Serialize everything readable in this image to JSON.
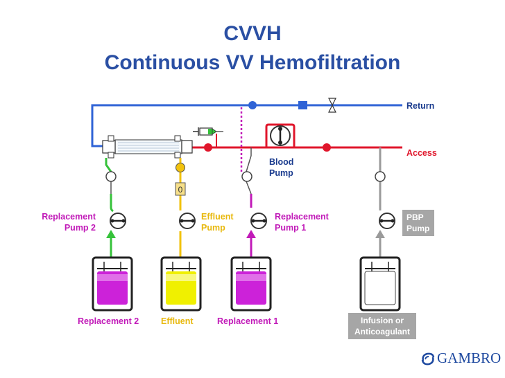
{
  "title": {
    "line1": "CVVH",
    "line2": "Continuous VV Hemofiltration"
  },
  "labels": {
    "return": "Return",
    "access": "Access",
    "blood_pump": [
      "Blood",
      "Pump"
    ],
    "replacement_pump_2": [
      "Replacement",
      "Pump 2"
    ],
    "effluent_pump": [
      "Effluent",
      "Pump"
    ],
    "replacement_pump_1": [
      "Replacement",
      "Pump 1"
    ],
    "pbp_pump": [
      "PBP",
      "Pump"
    ],
    "replacement_2": "Replacement 2",
    "effluent": "Effluent",
    "replacement_1": "Replacement 1",
    "infusion": [
      "Infusion or",
      "Anticoagulant"
    ],
    "pressure_box": "0",
    "logo": "GAMBRO"
  },
  "colors": {
    "return_line": "#2f63d6",
    "access_line": "#e0162b",
    "replacement_green": "#35c23a",
    "effluent_yellow": "#f2c20c",
    "replacement_magenta": "#c11ab8",
    "pbp_gray": "#9a9a9a",
    "bag_fill_magenta": "#cc22d9",
    "bag_fill_yellow": "#f0f000"
  }
}
